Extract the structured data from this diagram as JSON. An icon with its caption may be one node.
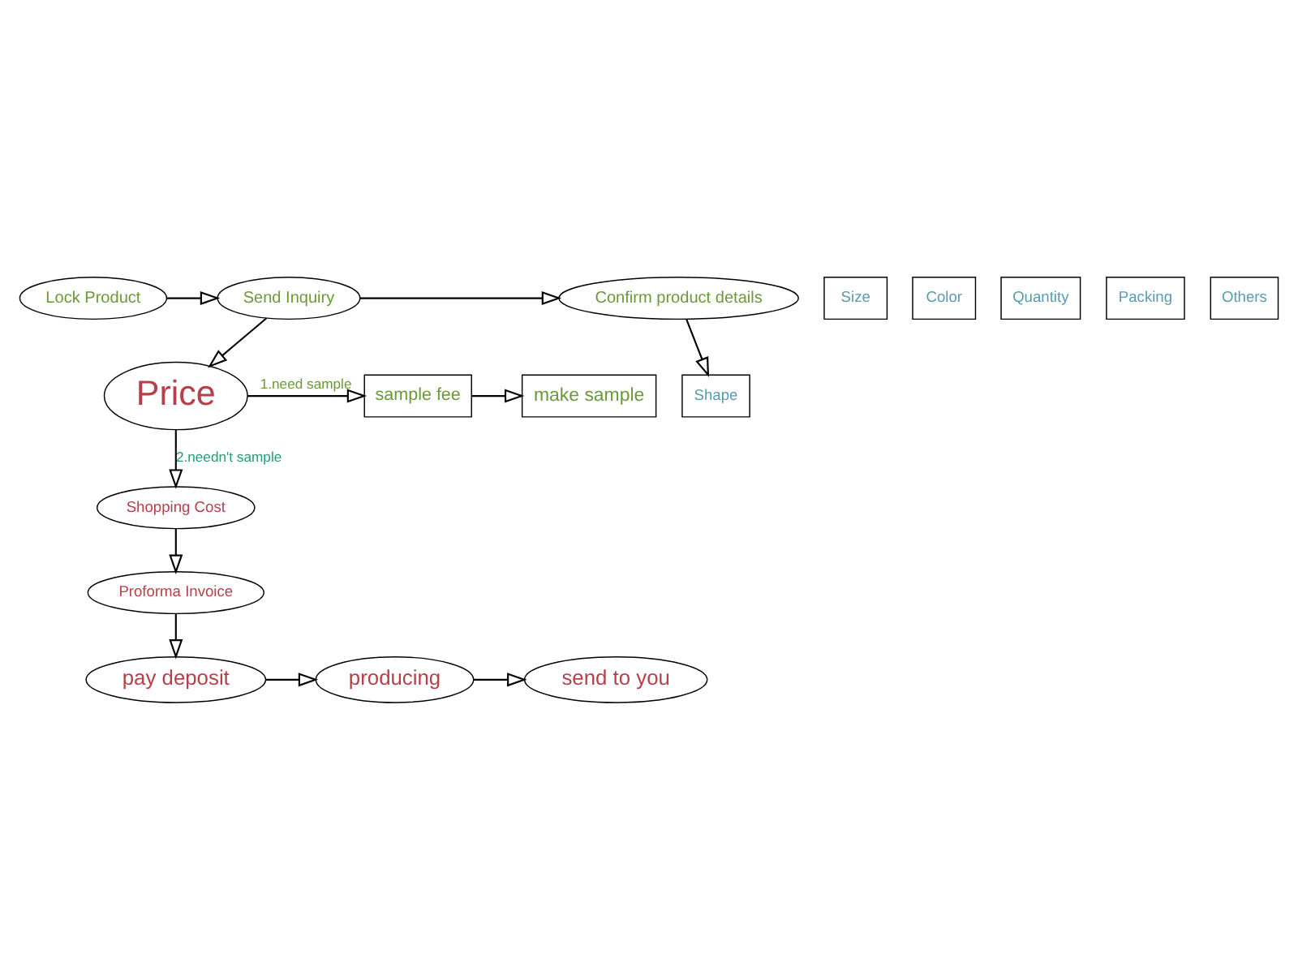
{
  "diagram": {
    "nodes": [
      {
        "text": [
          "Lock Product"
        ]
      },
      {
        "text": [
          "Send Inquiry"
        ]
      },
      {
        "text": [
          "Confirm product details"
        ]
      },
      {
        "text": [
          "Size"
        ]
      },
      {
        "text": [
          "Color"
        ]
      },
      {
        "text": [
          "Shape"
        ]
      },
      {
        "text": [
          "Quantity"
        ]
      },
      {
        "text": [
          "Packing"
        ]
      },
      {
        "text": [
          "Others"
        ]
      },
      {
        "text": [
          "Price"
        ]
      },
      {
        "text": [
          "sample fee"
        ]
      },
      {
        "text": [
          "make sample"
        ]
      },
      {
        "text": [
          "Shopping Cost"
        ]
      },
      {
        "text": [
          "Proforma Invoice"
        ]
      },
      {
        "text": [
          "pay deposit"
        ]
      },
      {
        "text": [
          "producing"
        ]
      },
      {
        "text": [
          "send to you"
        ]
      }
    ],
    "edges": [
      {
        "from": 0,
        "to": 1,
        "arrow": "to"
      },
      {
        "from": 1,
        "to": 2,
        "arrow": "to"
      },
      {
        "from": 2,
        "to": 5,
        "arrow": "to"
      },
      {
        "from": 1,
        "to": 9,
        "arrow": "to"
      },
      {
        "from": 9,
        "to": 10,
        "arrow": "to",
        "label": "1.need sample"
      },
      {
        "from": 10,
        "to": 11,
        "arrow": "to"
      },
      {
        "from": 9,
        "to": 12,
        "arrow": "to",
        "label": "2.needn't sample"
      },
      {
        "from": 12,
        "to": 13,
        "arrow": "to"
      },
      {
        "from": 13,
        "to": 14,
        "arrow": "to"
      },
      {
        "from": 14,
        "to": 15,
        "arrow": "to"
      },
      {
        "from": 15,
        "to": 16,
        "arrow": "to"
      }
    ]
  }
}
